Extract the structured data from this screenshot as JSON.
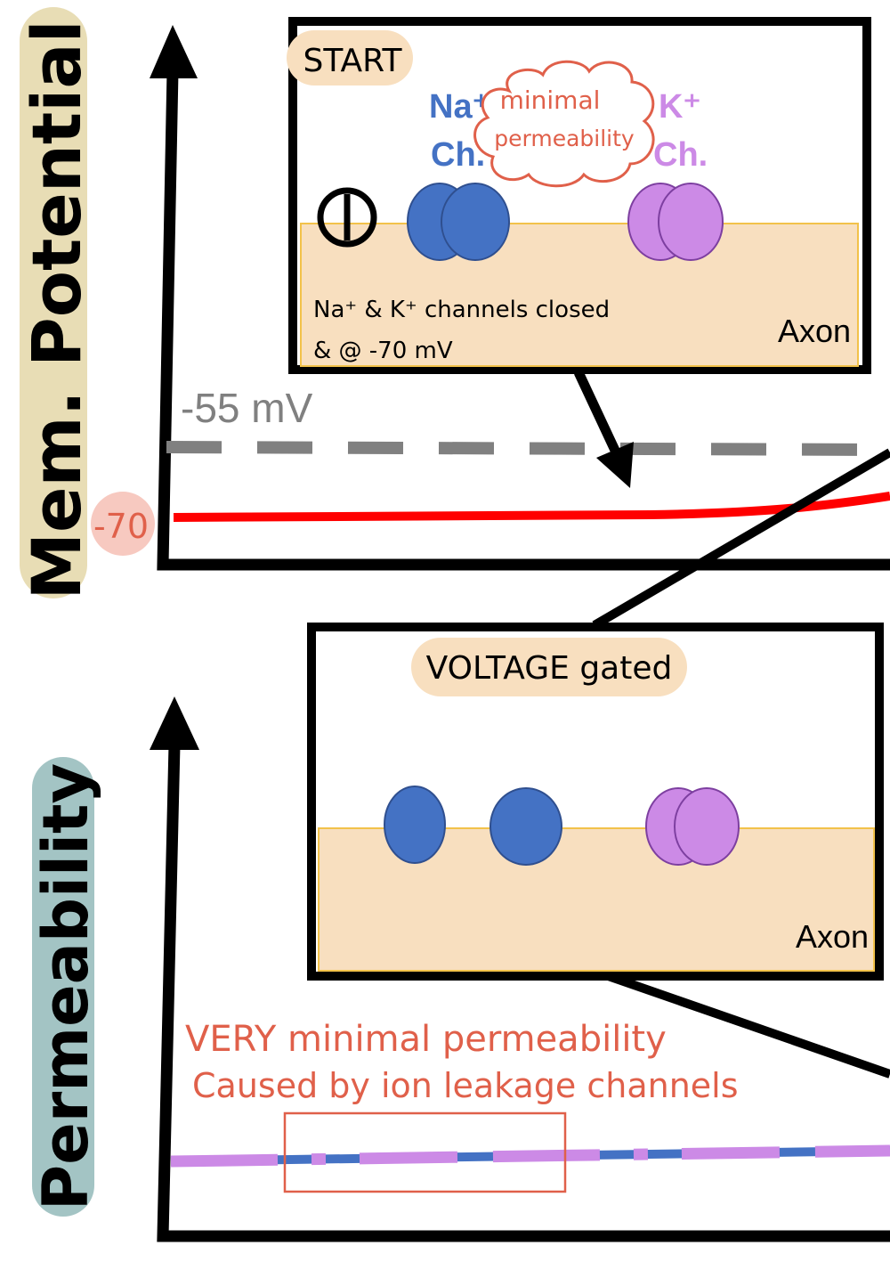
{
  "axes": {
    "top_label": "Mem. Potential",
    "bottom_label": "Permeability"
  },
  "top_graph": {
    "threshold_label": "-55 mV",
    "resting_value_label": "-70"
  },
  "start_panel": {
    "badge": "START",
    "na_channel_line1": "Na⁺",
    "na_channel_line2": "Ch.",
    "k_channel_line1": "K⁺",
    "k_channel_line2": "Ch.",
    "cloud_line1": "minimal",
    "cloud_line2": "permeability",
    "note_line1": "Na⁺ & K⁺ channels closed",
    "note_line2": "& @ -70 mV",
    "axon_label": "Axon"
  },
  "voltage_panel": {
    "badge": "VOLTAGE gated",
    "axon_label": "Axon"
  },
  "bottom_graph": {
    "annotation_line1": "VERY minimal permeability",
    "annotation_line2": "Caused by ion leakage channels"
  },
  "colors": {
    "na_channel": "#4472C4",
    "k_channel": "#CC8AE6",
    "axon_fill": "#F8DFBF",
    "threshold_line": "#808080",
    "membrane_potential_line": "#FF0000",
    "annotation_text": "#E0604A",
    "top_axis_badge": "#E8DDB5",
    "bottom_axis_badge": "#A3C4C4"
  }
}
